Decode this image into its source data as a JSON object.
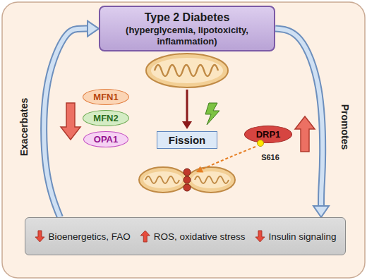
{
  "diagram": {
    "nodes": [
      {
        "text": [
          "Type 2 Diabetes",
          "(hyperglycemia, lipotoxicity, inflammation)"
        ]
      },
      {
        "text": [
          "MFN1"
        ]
      },
      {
        "text": [
          "MFN2"
        ]
      },
      {
        "text": [
          "OPA1"
        ]
      },
      {
        "text": [
          "Fission"
        ]
      },
      {
        "text": [
          "DRP1"
        ]
      },
      {
        "text": [
          "Bioenergetics, FAO",
          "ROS, oxidative stress",
          "Insulin signaling"
        ]
      }
    ],
    "edges": [
      {
        "from": 0,
        "to": 6,
        "arrow": "to",
        "label": "Promotes"
      },
      {
        "from": 6,
        "to": 0,
        "arrow": "to",
        "label": "Exacerbates"
      }
    ],
    "labels": [
      "S616"
    ]
  }
}
